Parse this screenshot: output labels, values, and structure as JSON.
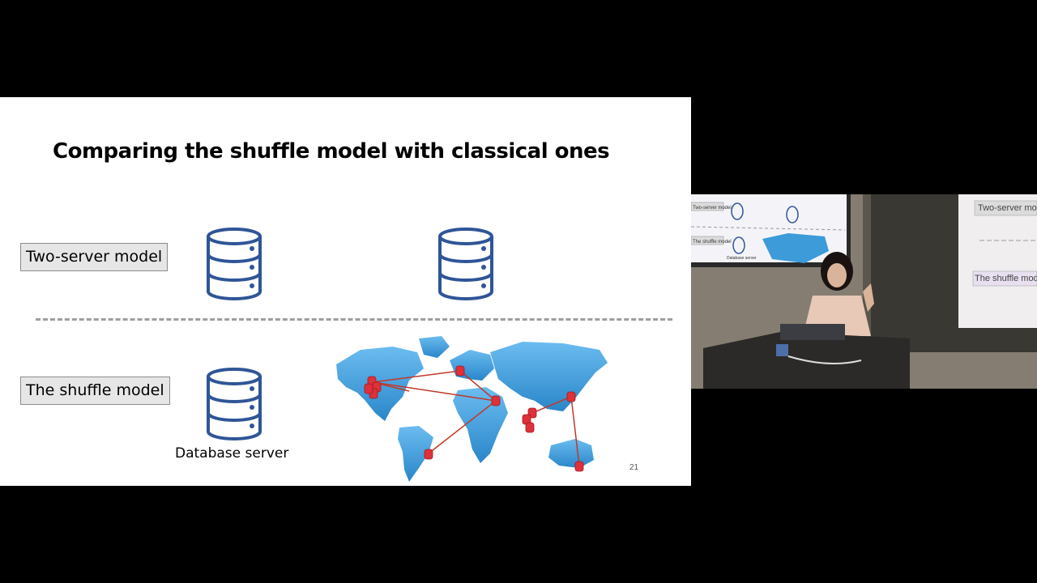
{
  "slide": {
    "title": "Comparing the shuffle model with classical ones",
    "two_server_label": "Two-server model",
    "shuffle_label": "The shuffle model",
    "database_caption": "Database server",
    "slide_number": "21"
  },
  "camera": {
    "screen_left_labels": [
      "Two-server model",
      "The shuffle model",
      "Database server"
    ],
    "screen_right_labels": [
      "Two-server mo",
      "The shuffle mod"
    ]
  },
  "colors": {
    "db_icon": "#2f5597",
    "node_red": "#e0303a",
    "map_blue": "#3d9bd9",
    "link_red": "#c0392b",
    "background": "#000000"
  },
  "icons": [
    "database-icon",
    "world-map",
    "server-node"
  ]
}
